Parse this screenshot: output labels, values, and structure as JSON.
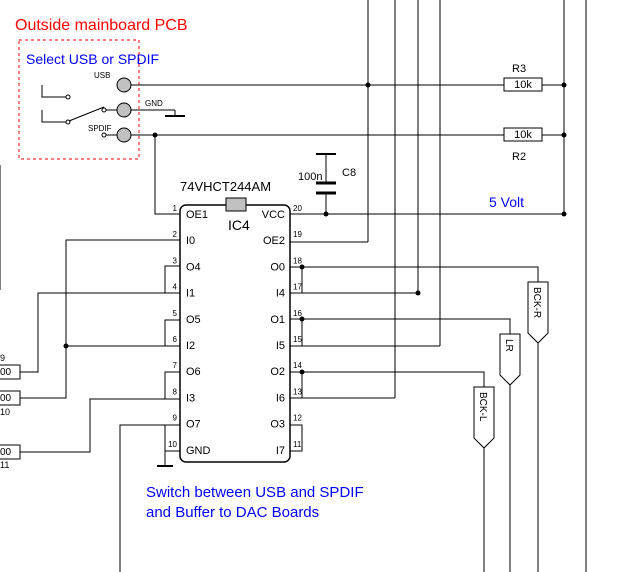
{
  "title": "Outside mainboard PCB",
  "select_note": "Select USB or SPDIF",
  "switch_labels": {
    "usb": "USB",
    "gnd": "GND",
    "spdif": "SPDIF"
  },
  "resistors": {
    "r3": {
      "ref": "R3",
      "value": "10k"
    },
    "r2": {
      "ref": "R2",
      "value": "10k"
    }
  },
  "capacitor": {
    "ref": "C8",
    "value": "100n"
  },
  "supply_label": "5 Volt",
  "ic": {
    "part": "74VHCT244AM",
    "ref": "IC4",
    "left_pins": [
      {
        "num": "1",
        "name": "OE1"
      },
      {
        "num": "2",
        "name": "I0"
      },
      {
        "num": "3",
        "name": "O4"
      },
      {
        "num": "4",
        "name": "I1"
      },
      {
        "num": "5",
        "name": "O5"
      },
      {
        "num": "6",
        "name": "I2"
      },
      {
        "num": "7",
        "name": "O6"
      },
      {
        "num": "8",
        "name": "I3"
      },
      {
        "num": "9",
        "name": "O7"
      },
      {
        "num": "10",
        "name": "GND"
      }
    ],
    "right_pins": [
      {
        "num": "20",
        "name": "VCC"
      },
      {
        "num": "19",
        "name": "OE2"
      },
      {
        "num": "18",
        "name": "O0"
      },
      {
        "num": "17",
        "name": "I4"
      },
      {
        "num": "16",
        "name": "O1"
      },
      {
        "num": "15",
        "name": "I5"
      },
      {
        "num": "14",
        "name": "O2"
      },
      {
        "num": "13",
        "name": "I6"
      },
      {
        "num": "12",
        "name": "O3"
      },
      {
        "num": "11",
        "name": "I7"
      }
    ]
  },
  "net_labels": {
    "bck_r": "BCK-R",
    "lr": "LR",
    "bck_l": "BCK-L"
  },
  "edge_fragments": {
    "a": {
      "top": "9",
      "box": "00"
    },
    "b": {
      "box": "00",
      "bottom": "10"
    },
    "c": {
      "box": "00",
      "bottom": "11"
    }
  },
  "caption": {
    "line1": "Switch between USB and SPDIF",
    "line2": "and Buffer to DAC Boards"
  },
  "colors": {
    "red": "#ff0000",
    "blue": "#0000ff",
    "wire": "#000000",
    "switch_grey": "#c0c0c0"
  }
}
